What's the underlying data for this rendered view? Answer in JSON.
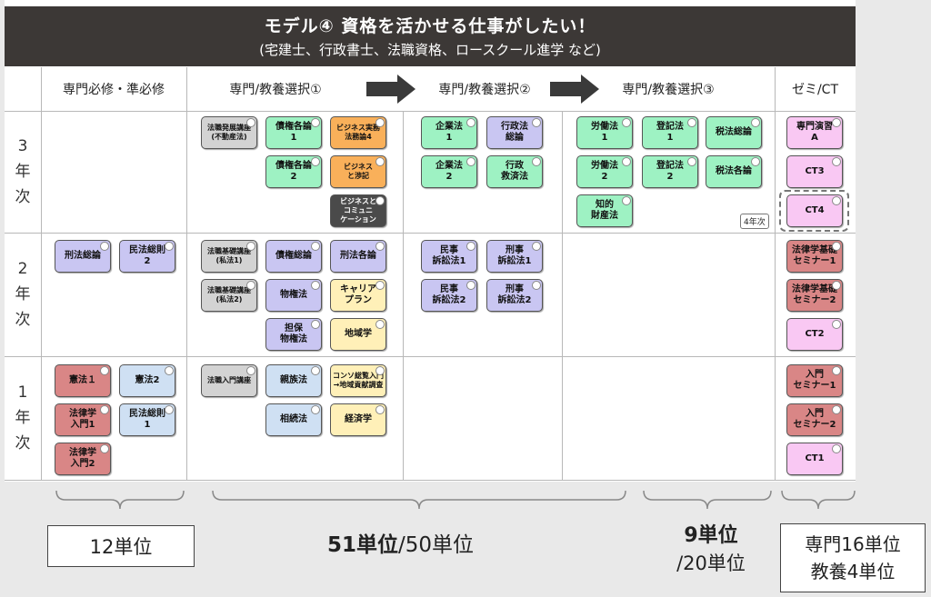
{
  "title": {
    "main": "モデル④ 資格を活かせる仕事がしたい！",
    "sub": "(宅建士、行政書士、法職資格、ロースクール進学 など)"
  },
  "headers": {
    "col1": "専門必修・準必修",
    "col2": "専門/教養選択①",
    "col3": "専門/教養選択②",
    "col4": "専門/教養選択③",
    "col5": "ゼミ/CT"
  },
  "years": {
    "y3": [
      "3",
      "年",
      "次"
    ],
    "y2": [
      "2",
      "年",
      "次"
    ],
    "y1": [
      "1",
      "年",
      "次"
    ]
  },
  "courses": {
    "y3": {
      "c2": [
        "法職発展講座\n(不動産法)",
        "債権各論\n1",
        "ビジネス実務\n法務論4",
        "債権各論\n2",
        "ビジネス\nと渉記",
        "ビジネスと\nコミュニ\nケーション"
      ],
      "c3": [
        "企業法\n1",
        "行政法\n総論",
        "企業法\n2",
        "行政\n救済法"
      ],
      "c4": [
        "労働法\n1",
        "登記法\n1",
        "税法総論",
        "労働法\n2",
        "登記法\n2",
        "税法各論",
        "知的\n財産法"
      ],
      "c5": [
        "専門演習\nA",
        "CT3",
        "CT4"
      ],
      "tag": "4年次"
    },
    "y2": {
      "c1": [
        "刑法総論",
        "民法総則\n2"
      ],
      "c2": [
        "法職基礎講座\n(私法1)",
        "債権総論",
        "刑法各論",
        "法職基礎講座\n(私法2)",
        "物権法",
        "キャリア\nプラン",
        "担保\n物権法",
        "地域学"
      ],
      "c3": [
        "民事\n訴訟法1",
        "刑事\n訴訟法1",
        "民事\n訴訟法2",
        "刑事\n訴訟法2"
      ],
      "c5": [
        "法律学基礎\nセミナー1",
        "法律学基礎\nセミナー2",
        "CT2"
      ]
    },
    "y1": {
      "c1": [
        "憲法１",
        "憲法2",
        "法律学\n入門1",
        "民法総則\n1",
        "法律学\n入門2"
      ],
      "c2": [
        "法職入門講座",
        "親族法",
        "コンソ総覧入門\n→地域貢献調査",
        "相続法",
        "経済学"
      ],
      "c5": [
        "入門\nセミナー1",
        "入門\nセミナー2",
        "CT1"
      ]
    }
  },
  "credits": {
    "c1": "12単位",
    "c2_bold": "51単位",
    "c2_rest": "/50単位",
    "c4_bold": "9単位",
    "c4_rest": "/20単位",
    "c5_line1": "専門16単位",
    "c5_line2": "教養4単位"
  },
  "colors": {
    "title_bg": "#3c3836",
    "green": "#9ef2c3",
    "purple": "#c9c6f2",
    "orange": "#f9b05a",
    "dark": "#4a4a4a",
    "gray": "#d3d3d3",
    "cream": "#fff0b8",
    "red": "#d98686",
    "blue": "#cfe0f3",
    "pink": "#f9c8f3"
  }
}
